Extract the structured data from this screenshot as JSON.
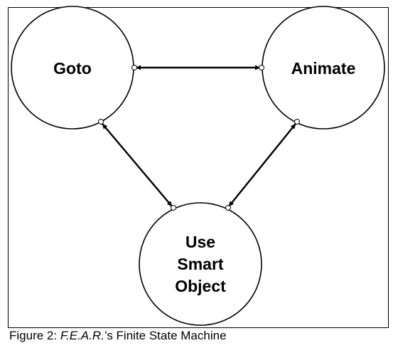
{
  "diagram": {
    "states": {
      "goto": "Goto",
      "animate": "Animate",
      "use_smart_object": [
        "Use",
        "Smart",
        "Object"
      ]
    },
    "transitions": [
      {
        "from": "Goto",
        "to": "Animate",
        "direction": "bidirectional"
      },
      {
        "from": "Goto",
        "to": "Use Smart Object",
        "direction": "bidirectional"
      },
      {
        "from": "Animate",
        "to": "Use Smart Object",
        "direction": "bidirectional"
      }
    ]
  },
  "caption": {
    "prefix": "Figure 2:  ",
    "emphasis": "F.E.A.R.",
    "suffix": "’s Finite State Machine"
  }
}
